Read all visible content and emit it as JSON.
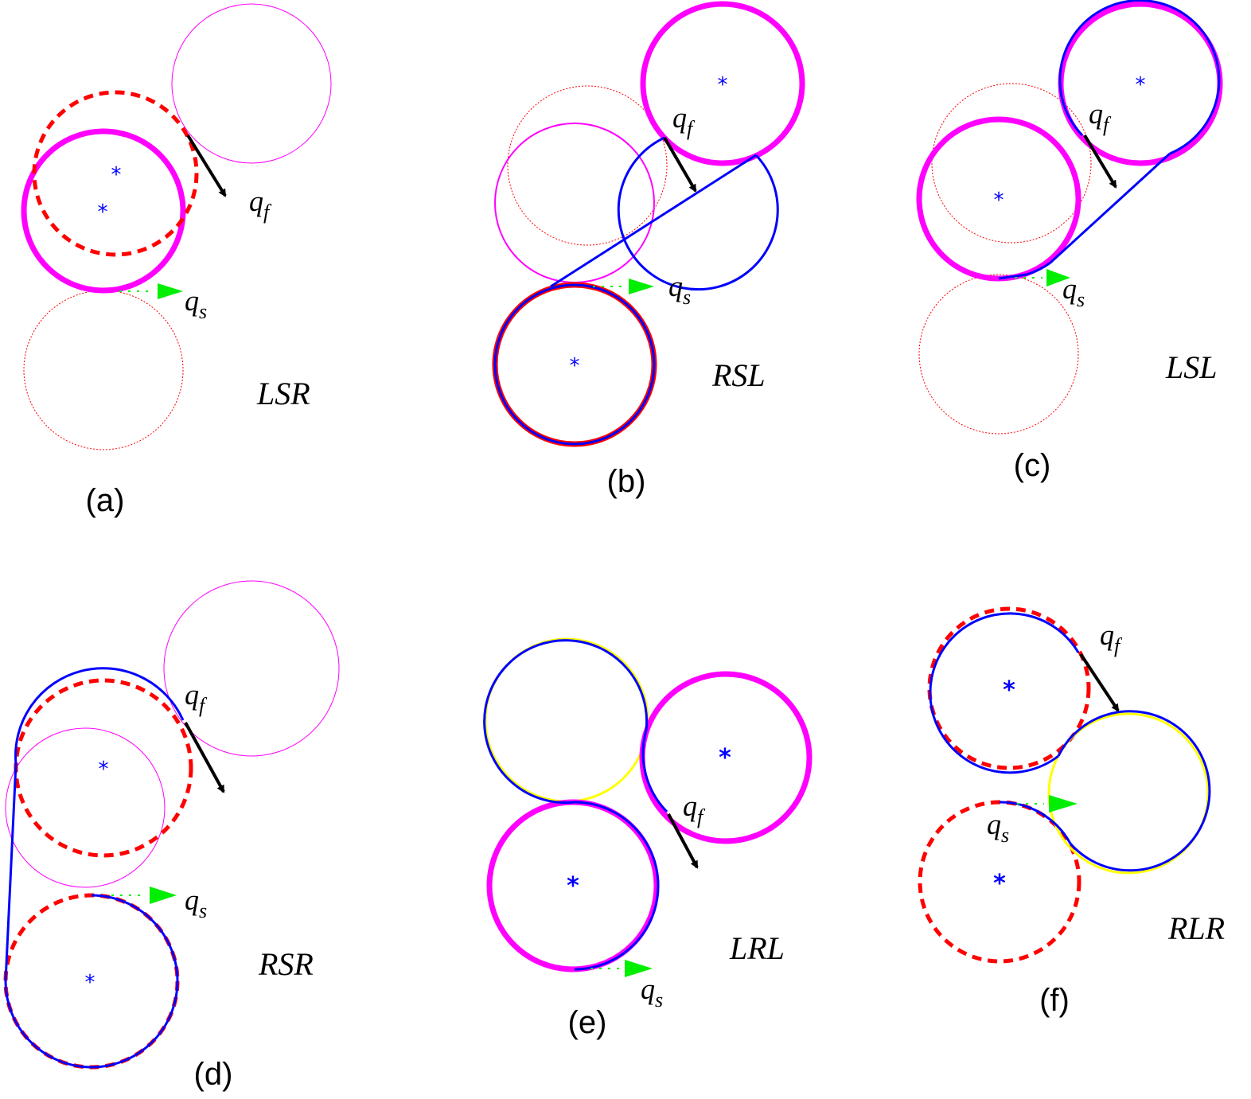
{
  "colors": {
    "path": "#0000ff",
    "final_circle": "#ff00ff",
    "start_circle": "#ff0000",
    "start_arrow": "#00ee00",
    "final_arrow": "#000000",
    "middle_circle": "#ffff00"
  },
  "labels": {
    "q_final": "q",
    "q_final_sub": "f",
    "q_start": "q",
    "q_start_sub": "s",
    "center_mark": "*"
  },
  "panels": [
    {
      "id": "a",
      "caption": "(a)",
      "path_type": "LSR"
    },
    {
      "id": "b",
      "caption": "(b)",
      "path_type": "RSL"
    },
    {
      "id": "c",
      "caption": "(c)",
      "path_type": "LSL"
    },
    {
      "id": "d",
      "caption": "(d)",
      "path_type": "RSR"
    },
    {
      "id": "e",
      "caption": "(e)",
      "path_type": "LRL"
    },
    {
      "id": "f",
      "caption": "(f)",
      "path_type": "RLR"
    }
  ]
}
